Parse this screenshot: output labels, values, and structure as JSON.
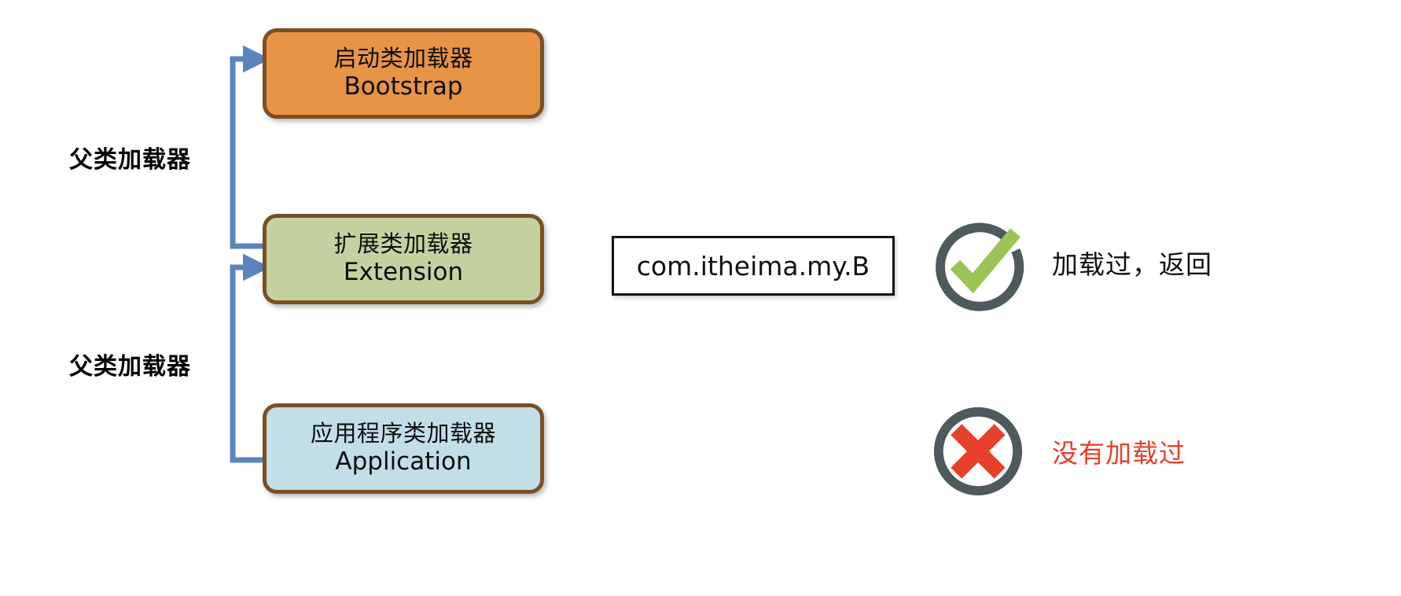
{
  "diagram": {
    "title": "JVM class loader parent delegation",
    "colors": {
      "bootstrap_fill": "#e79446",
      "extension_fill": "#c5d2a0",
      "application_fill": "#c2dfe8",
      "box_border": "#7b4f26",
      "arrow": "#5b84bd",
      "check_green": "#9bc455",
      "cross_red": "#e8402a",
      "ring_gray": "#4e5a5c",
      "not_loaded_text": "#e8402a"
    },
    "loaders": [
      {
        "cn": "启动类加载器",
        "en": "Bootstrap"
      },
      {
        "cn": "扩展类加载器",
        "en": "Extension"
      },
      {
        "cn": "应用程序类加载器",
        "en": "Application"
      }
    ],
    "parent_labels": [
      {
        "text": "父类加载器"
      },
      {
        "text": "父类加载器"
      }
    ],
    "class_name": "com.itheima.my.B",
    "results": [
      {
        "icon": "check-circle-icon",
        "text": "加载过，返回"
      },
      {
        "icon": "cross-circle-icon",
        "text": "没有加载过"
      }
    ]
  }
}
